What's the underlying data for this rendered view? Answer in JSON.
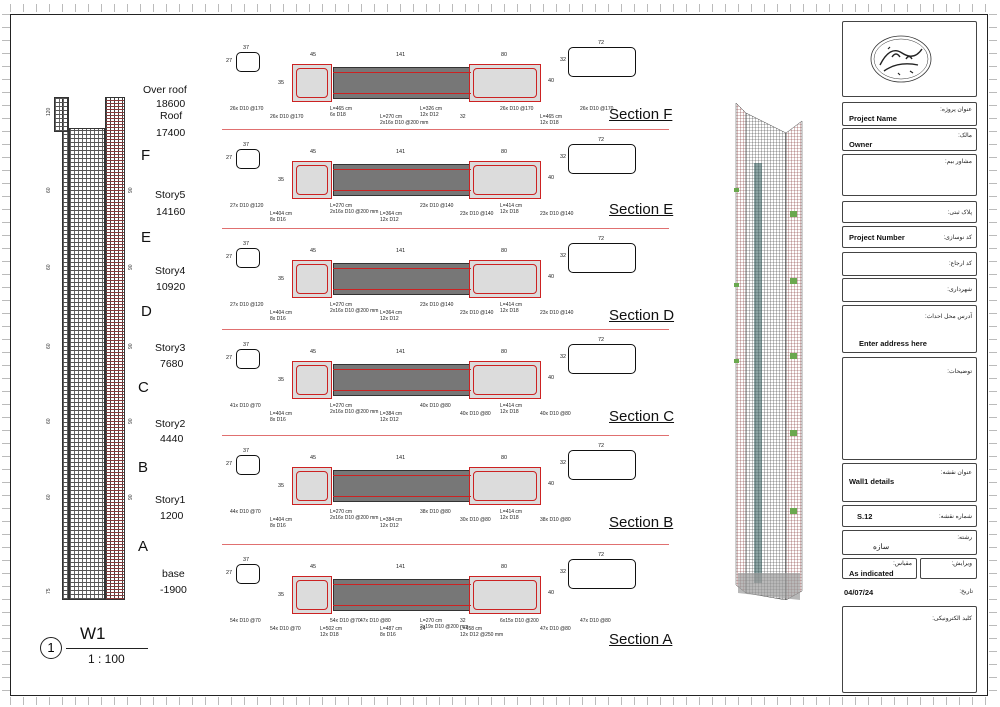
{
  "elevation": {
    "view_number": "1",
    "view_title": "W1",
    "scale": "1 : 100",
    "levels": [
      {
        "name": "Over roof",
        "elev": "18600"
      },
      {
        "name": "Roof",
        "elev": "17400"
      },
      {
        "name": "Story5",
        "elev": "14160"
      },
      {
        "name": "Story4",
        "elev": "10920"
      },
      {
        "name": "Story3",
        "elev": "7680"
      },
      {
        "name": "Story2",
        "elev": "4440"
      },
      {
        "name": "Story1",
        "elev": "1200"
      },
      {
        "name": "base",
        "elev": "-1900"
      }
    ],
    "zones": [
      "F",
      "E",
      "D",
      "C",
      "B",
      "A"
    ],
    "dims": [
      "120",
      "60",
      "90",
      "60",
      "90",
      "60",
      "90",
      "60",
      "90",
      "60",
      "90",
      "75"
    ]
  },
  "sections": [
    {
      "title": "Section F",
      "dims": {
        "left": "45",
        "mid": "141",
        "right": "80",
        "depth": "35",
        "stirrup_w": "37",
        "stirrup_h": "27",
        "bar_w": "72",
        "bar_h": "32",
        "bar_h2": "40",
        "top": "72"
      },
      "labels": [
        "26x D10 @170",
        "26x D10 @170",
        "L=465 cm\n6x D18",
        "L=270 cm\n2x16x D10 @200 mm",
        "L=326 cm\n12x D12",
        "32",
        "26x D10 @170",
        "L=465 cm\n12x D18",
        "26x D10 @170"
      ]
    },
    {
      "title": "Section E",
      "dims": {
        "left": "45",
        "mid": "141",
        "right": "80",
        "depth": "35",
        "stirrup_w": "37",
        "stirrup_h": "27",
        "bar_w": "72",
        "bar_h": "32",
        "bar_h2": "40",
        "top": "72"
      },
      "labels": [
        "27x D10 @120",
        "L=404 cm\n8x D16",
        "L=270 cm\n2x16x D10 @200 mm",
        "L=364 cm\n12x D12",
        "23x D10 @140",
        "23x D10 @140",
        "L=414 cm\n12x D18",
        "23x D10 @140"
      ]
    },
    {
      "title": "Section D",
      "dims": {
        "left": "45",
        "mid": "141",
        "right": "80",
        "depth": "35",
        "stirrup_w": "37",
        "stirrup_h": "27",
        "bar_w": "72",
        "bar_h": "32",
        "bar_h2": "40",
        "top": "72"
      },
      "labels": [
        "27x D10 @120",
        "L=404 cm\n8x D16",
        "L=270 cm\n2x16x D10 @200 mm",
        "L=364 cm\n12x D12",
        "23x D10 @140",
        "23x D10 @140",
        "L=414 cm\n12x D18",
        "23x D10 @140"
      ]
    },
    {
      "title": "Section C",
      "dims": {
        "left": "45",
        "mid": "141",
        "right": "80",
        "depth": "35",
        "stirrup_w": "37",
        "stirrup_h": "27",
        "bar_w": "72",
        "bar_h": "32",
        "bar_h2": "40",
        "top": "72"
      },
      "labels": [
        "41x D10 @70",
        "L=404 cm\n8x D16",
        "L=270 cm\n2x16x D10 @200 mm",
        "L=384 cm\n12x D12",
        "40x D10 @80",
        "40x D10 @80",
        "L=414 cm\n12x D18",
        "40x D10 @80"
      ]
    },
    {
      "title": "Section B",
      "dims": {
        "left": "45",
        "mid": "141",
        "right": "80",
        "depth": "35",
        "stirrup_w": "37",
        "stirrup_h": "27",
        "bar_w": "72",
        "bar_h": "32",
        "bar_h2": "40",
        "top": "72"
      },
      "labels": [
        "44x D10 @70",
        "L=404 cm\n8x D16",
        "L=270 cm\n2x16x D10 @200 mm",
        "L=384 cm\n12x D12",
        "38x D10 @80",
        "30x D10 @80",
        "L=414 cm\n12x D18",
        "38x D10 @80"
      ]
    },
    {
      "title": "Section A",
      "dims": {
        "left": "45",
        "mid": "141",
        "right": "80",
        "depth": "35",
        "stirrup_w": "37",
        "stirrup_h": "27",
        "bar_w": "72",
        "bar_h": "32",
        "bar_h2": "40",
        "top": "72"
      },
      "labels": [
        "54x D10 @70",
        "54x D10 @70",
        "54x D10 @70",
        "L=487 cm\n8x D16",
        "L=270 cm\n2x19x D10 @200 mm",
        "L=458 cm\n12x D12 @250 mm",
        "6x15x D10 @200",
        "47x D10 @80",
        "47x D10 @80",
        "L=502 cm\n12x D18",
        "47x D10 @80",
        "24",
        "32"
      ]
    }
  ],
  "title_block": {
    "project_name_label": "عنوان پروژه:",
    "project_name": "Project Name",
    "owner_label": "مالک:",
    "owner": "Owner",
    "consultant_label": "مشاور بیم:",
    "plaque_label": "پلاک ثبتی:",
    "project_number_label": "کد نوسازی:",
    "project_number": "Project Number",
    "postal_label": "کد ارجاع:",
    "municipality_label": "شهرداری:",
    "address_label": "آدرس محل احداث:",
    "address": "Enter address here",
    "description_label": "توضیحات:",
    "sheet_title_label": "عنوان نقشه:",
    "sheet_title": "Wall1 details",
    "sheet_number_label": "شماره نقشه:",
    "sheet_number": "S.12",
    "discipline_label": "رشته:",
    "discipline": "سازه",
    "revision_label": "ویرایش:",
    "scale_label": "مقیاس:",
    "scale": "As indicated",
    "date_label": "تاریخ:",
    "date": "04/07/24",
    "key_label": "کلید الکترونیکی:",
    "logo_text": "مهدی نصرپور"
  },
  "colors": {
    "rebar": "#cc2222",
    "concrete": "#777777",
    "section_line": "#e07070"
  }
}
